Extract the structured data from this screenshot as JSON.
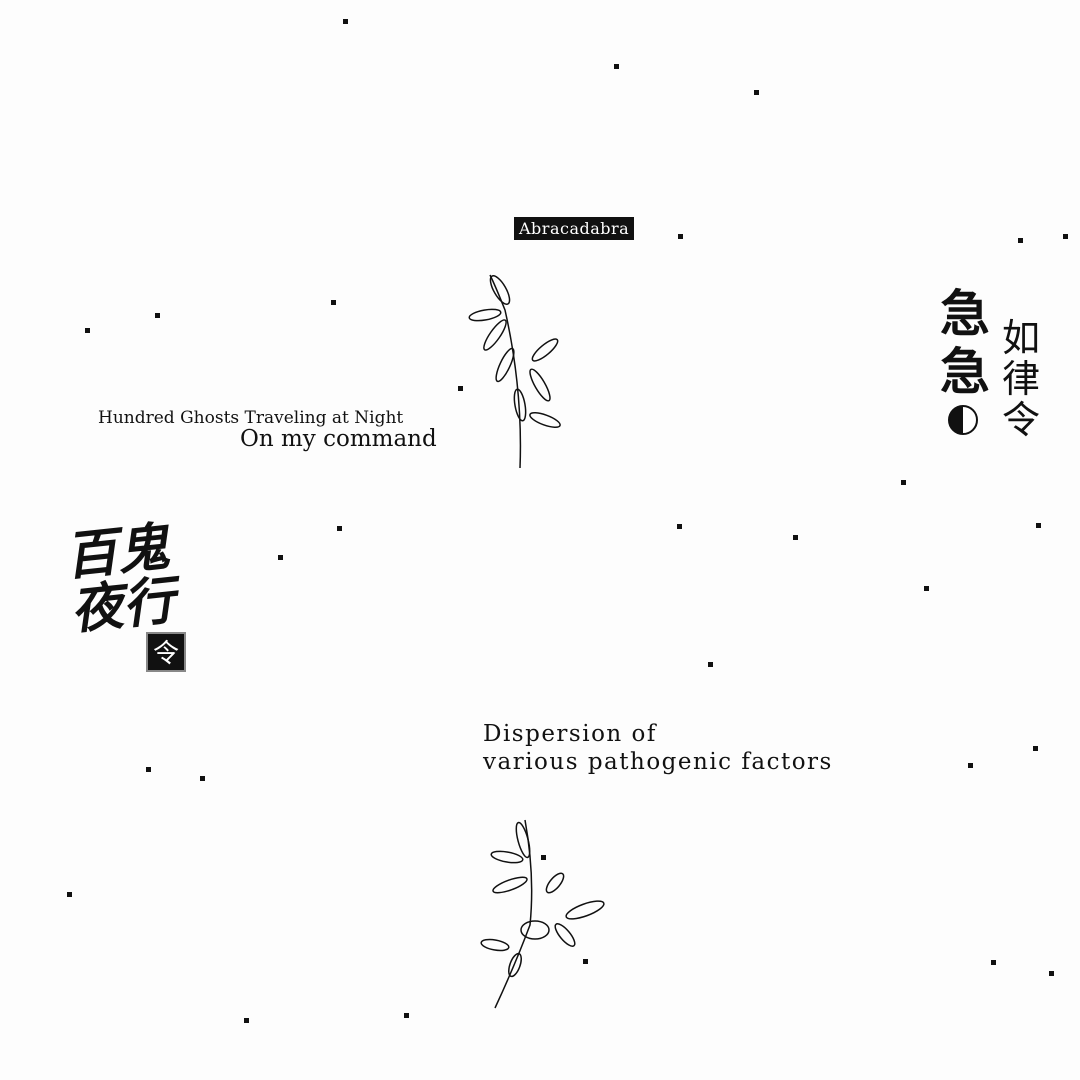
{
  "badge": "Abracadabra",
  "subtitle": "Hundred Ghosts Traveling at Night",
  "title": "On my command",
  "caption_line1": "Dispersion of",
  "caption_line2": "various pathogenic factors",
  "right_calligraphy": {
    "col1": "急急",
    "col2": "如律令"
  },
  "left_calligraphy": {
    "text": "百鬼夜行",
    "seal": "令"
  }
}
